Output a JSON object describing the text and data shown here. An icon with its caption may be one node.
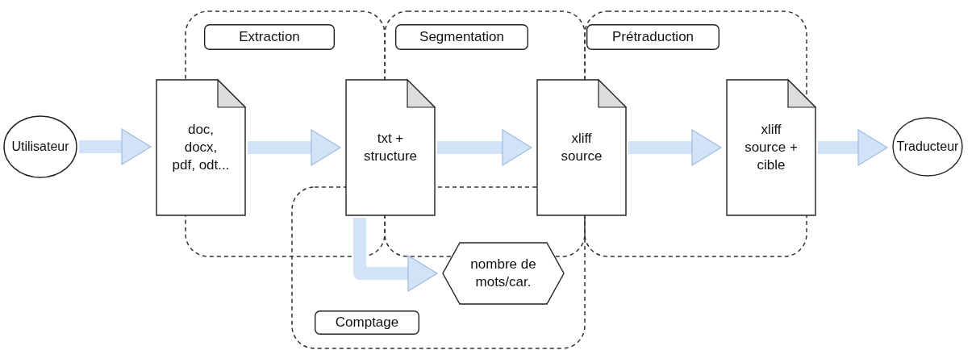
{
  "diagram": {
    "nodes": [
      {
        "text": [
          "Extraction"
        ]
      },
      {
        "text": [
          "Segmentation"
        ]
      },
      {
        "text": [
          "Prétraduction"
        ]
      },
      {
        "text": [
          "Utilisateur"
        ]
      },
      {
        "text": [
          "doc, docx, pdf, odt..."
        ]
      },
      {
        "text": [
          "txt + structure"
        ]
      },
      {
        "text": [
          "xliff source"
        ]
      },
      {
        "text": [
          "xliff source + cible"
        ]
      },
      {
        "text": [
          "Traducteur"
        ]
      },
      {
        "text": [
          "nombre de mots/car."
        ]
      },
      {
        "text": [
          "Comptage"
        ]
      }
    ],
    "edges": [
      {
        "from": 3,
        "to": 4,
        "arrow": "to"
      },
      {
        "from": 4,
        "to": 5,
        "arrow": "to"
      },
      {
        "from": 5,
        "to": 6,
        "arrow": "to"
      },
      {
        "from": 6,
        "to": 7,
        "arrow": "to"
      },
      {
        "from": 7,
        "to": 8,
        "arrow": "to"
      },
      {
        "from": 5,
        "to": 9,
        "arrow": "to"
      }
    ]
  }
}
